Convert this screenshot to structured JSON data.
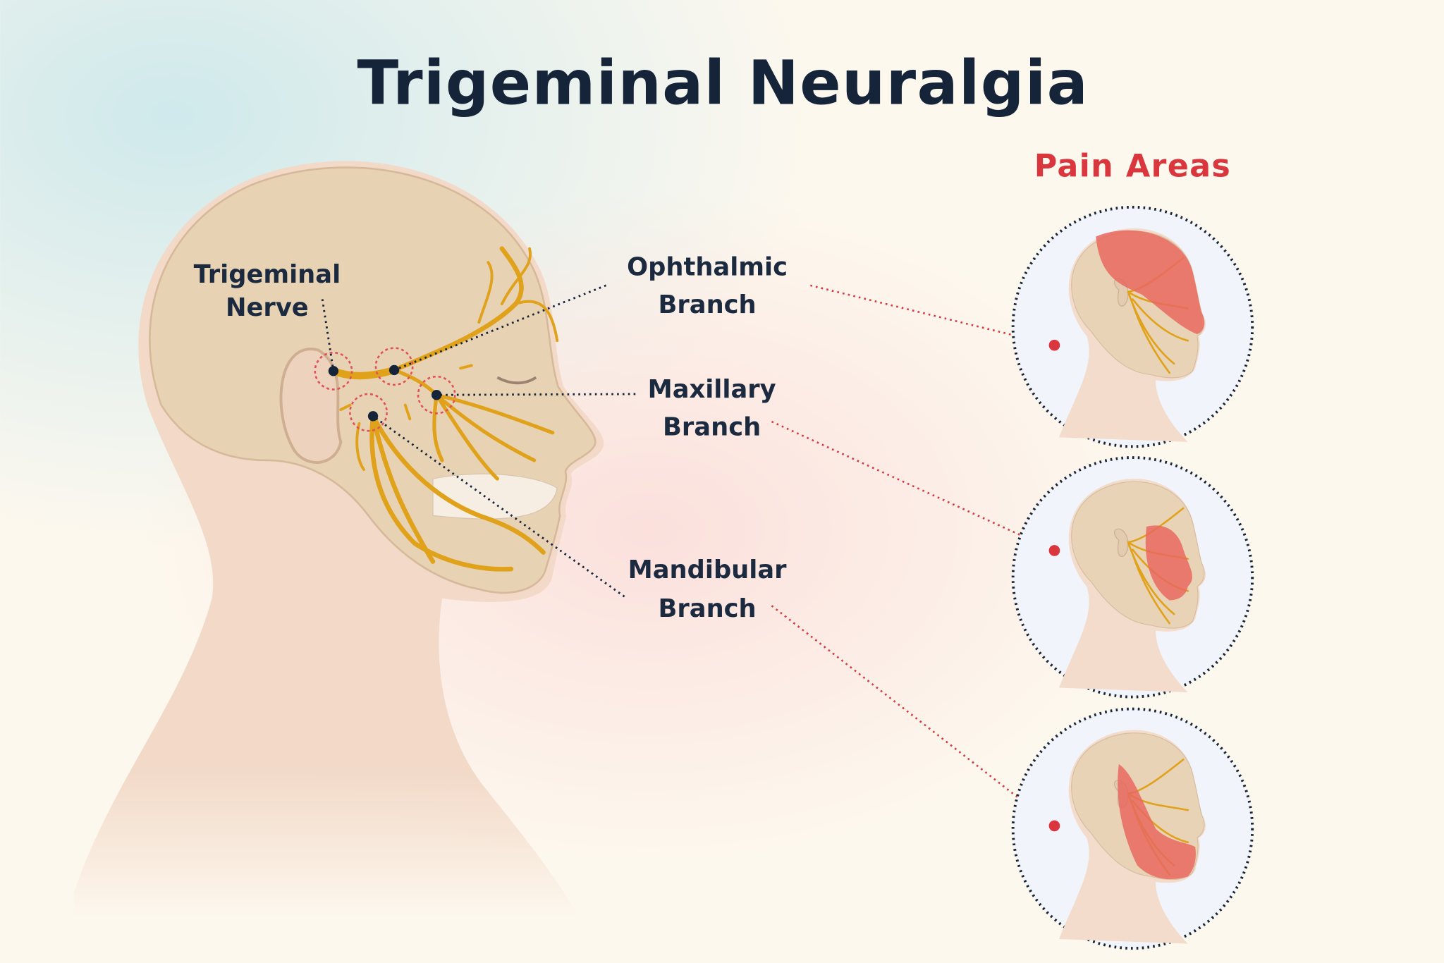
{
  "title": "Trigeminal Neuralgia",
  "pain_areas_heading": "Pain Areas",
  "labels": {
    "trigeminal_nerve": [
      "Trigeminal",
      "Nerve"
    ],
    "ophthalmic": [
      "Ophthalmic",
      "Branch"
    ],
    "maxillary": [
      "Maxillary",
      "Branch"
    ],
    "mandibular": [
      "Mandibular",
      "Branch"
    ]
  },
  "colors": {
    "title": "#16243a",
    "accent_red": "#d9363e",
    "nerve": "#e0a21a",
    "skin": "#f0d5c0",
    "pain_area": "#e8685f"
  }
}
